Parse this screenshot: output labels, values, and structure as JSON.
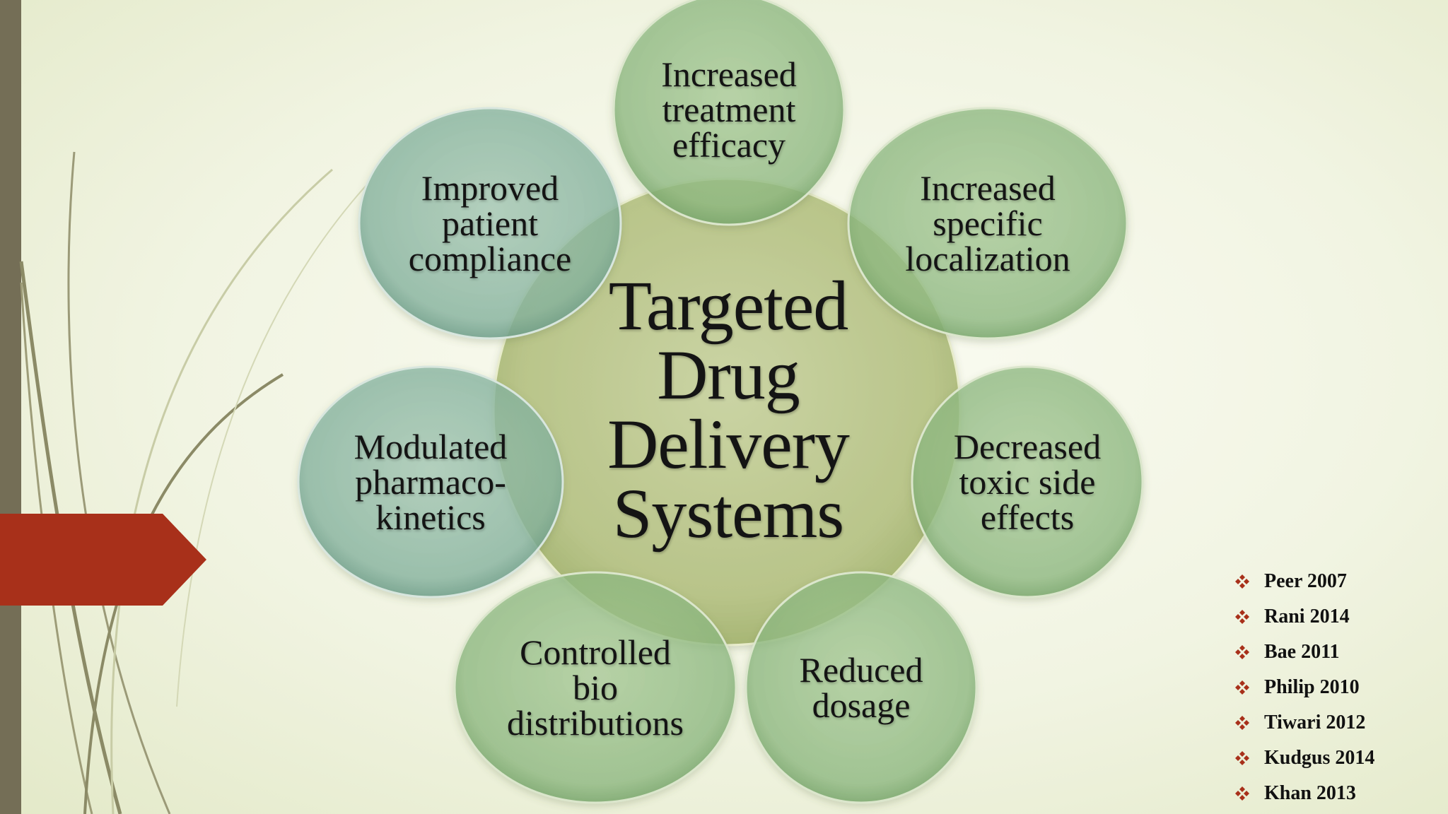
{
  "diagram": {
    "center": "Targeted\nDrug\nDelivery\nSystems",
    "outer": [
      {
        "id": "increased-treatment-efficacy",
        "text": "Increased\ntreatment\nefficacy"
      },
      {
        "id": "increased-specific-localization",
        "text": "Increased\nspecific\nlocalization"
      },
      {
        "id": "decreased-toxic-side-effects",
        "text": "Decreased\ntoxic side\neffects"
      },
      {
        "id": "reduced-dosage",
        "text": "Reduced\ndosage"
      },
      {
        "id": "controlled-bio-distributions",
        "text": "Controlled\nbio\ndistributions"
      },
      {
        "id": "modulated-pharmacokinetics",
        "text": "Modulated\npharmaco-\nkinetics"
      },
      {
        "id": "improved-patient-compliance",
        "text": "Improved\npatient\ncompliance"
      }
    ]
  },
  "references": [
    "Peer 2007",
    "Rani 2014",
    "Bae 2011",
    "Philip 2010",
    "Tiwari 2012",
    "Kudgus 2014",
    "Khan 2013"
  ],
  "colors": {
    "accent_red": "#a8301a",
    "left_bar": "#746e56",
    "center_fill": "#b9c78c",
    "bubble_green": "#98c08e",
    "bubble_teal": "#8fbca8",
    "bullet": "#a8301a"
  }
}
